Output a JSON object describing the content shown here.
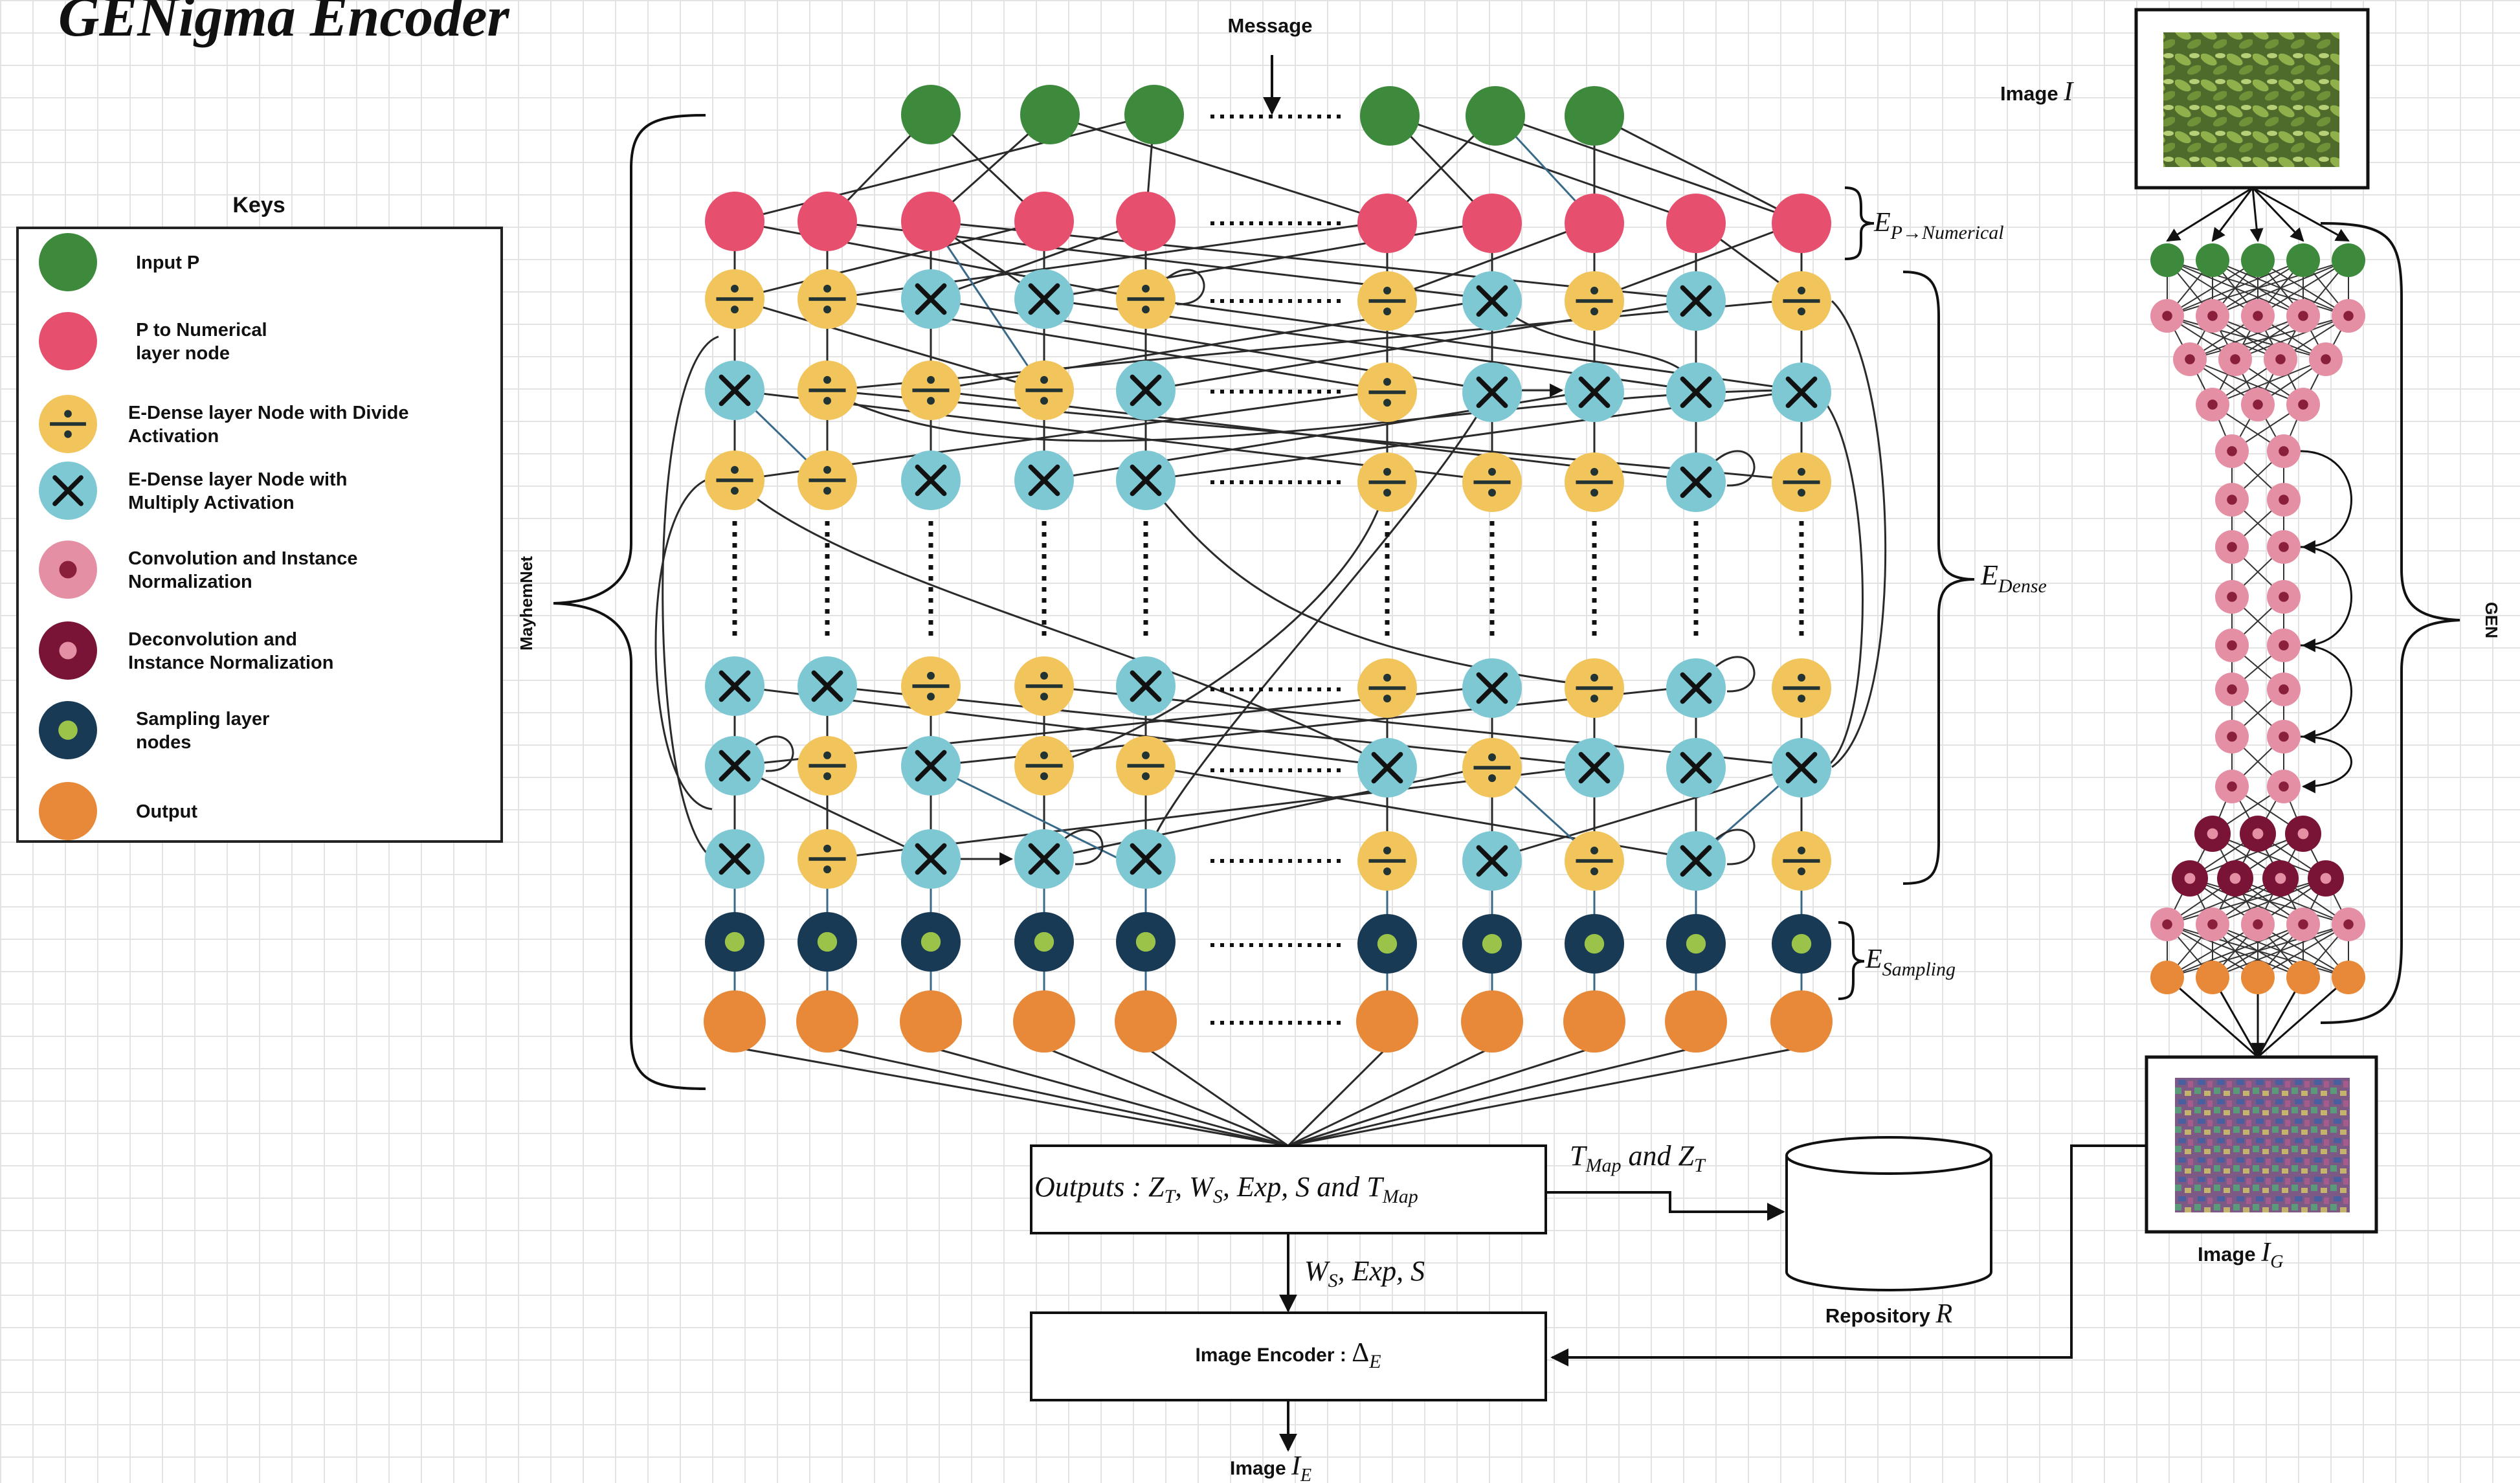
{
  "title": "GENigma Encoder",
  "message_label": "Message",
  "keys": {
    "heading": "Keys",
    "items": [
      {
        "lines": [
          "Input P"
        ],
        "kind": "input",
        "color": "#3d8a3d"
      },
      {
        "lines": [
          "P to Numerical",
          "layer  node"
        ],
        "kind": "pnum",
        "color": "#e6506e"
      },
      {
        "lines": [
          "E-Dense layer Node with Divide",
          "Activation"
        ],
        "kind": "divide",
        "color": "#f1c45c"
      },
      {
        "lines": [
          "E-Dense layer Node with",
          "Multiply Activation"
        ],
        "kind": "multiply",
        "color": "#7ec8d3"
      },
      {
        "lines": [
          "Convolution and Instance",
          "Normalization"
        ],
        "kind": "conv",
        "color": "#e58fa5"
      },
      {
        "lines": [
          "Deconvolution and",
          "Instance Normalization"
        ],
        "kind": "deconv",
        "color": "#7a1436"
      },
      {
        "lines": [
          "Sampling layer",
          "nodes"
        ],
        "kind": "sampling",
        "color": "#183a55"
      },
      {
        "lines": [
          "Output"
        ],
        "kind": "output",
        "color": "#e8893a"
      }
    ]
  },
  "mayhemnet_label": "MayhemNet",
  "gen_label": "GEN",
  "labels": {
    "e_p_num": {
      "base": "E",
      "sub": "P→Numerical"
    },
    "e_dense": {
      "base": "E",
      "sub": "Dense"
    },
    "e_sampling": {
      "base": "E",
      "sub": "Sampling"
    }
  },
  "outputs_box": {
    "prefix": "Outputs : ",
    "vars": "Z",
    "sub1": "T",
    "rest": ", W",
    "sub2": "S",
    "rest2": ", Exp, S and T",
    "sub3": "Map"
  },
  "tmap_label": {
    "a": "T",
    "a_sub": "Map",
    "mid": " and Z",
    "b_sub": "T"
  },
  "ws_label": {
    "a": "W",
    "a_sub": "S",
    "rest": ", Exp, S"
  },
  "repository_label": {
    "text": "Repository ",
    "var": "R"
  },
  "image_encoder": {
    "text": "Image Encoder :  ",
    "sym": "Δ",
    "sub": "E"
  },
  "image_ie": {
    "text": "Image  ",
    "var": "I",
    "sub": "E"
  },
  "image_i": {
    "text": "Image ",
    "var": "I"
  },
  "image_ig": {
    "text": "Image ",
    "var": "I",
    "sub": "G"
  },
  "dots": "·······"
}
